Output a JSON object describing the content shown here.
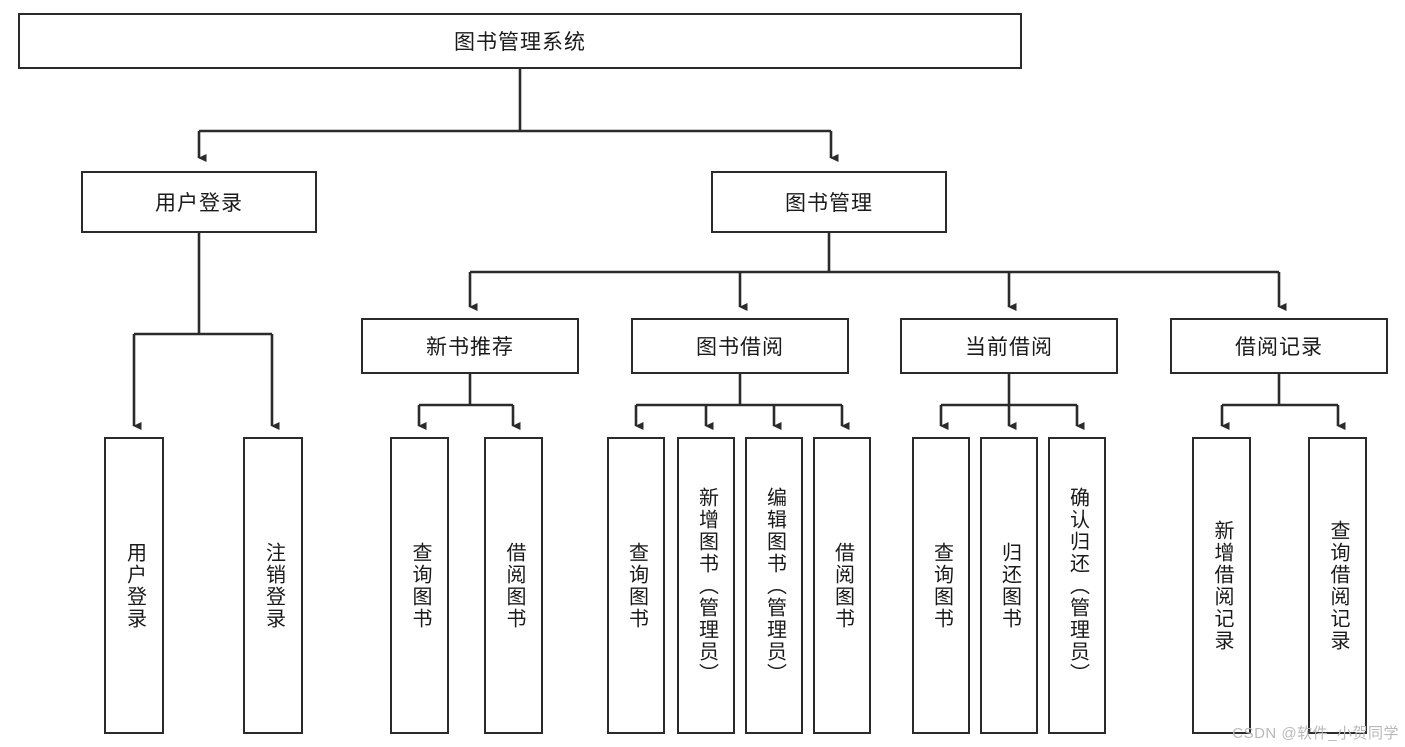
{
  "diagram": {
    "type": "tree-hierarchy",
    "title": "图书管理系统",
    "levels": 4,
    "nodes": {
      "root": {
        "label": "图书管理系统",
        "orientation": "horizontal"
      },
      "l2": [
        {
          "id": "user-login",
          "label": "用户登录",
          "orientation": "horizontal"
        },
        {
          "id": "book-manage",
          "label": "图书管理",
          "orientation": "horizontal"
        }
      ],
      "l3": [
        {
          "id": "new-book-recommend",
          "label": "新书推荐",
          "orientation": "horizontal"
        },
        {
          "id": "book-borrow",
          "label": "图书借阅",
          "orientation": "horizontal"
        },
        {
          "id": "current-borrow",
          "label": "当前借阅",
          "orientation": "horizontal"
        },
        {
          "id": "borrow-record",
          "label": "借阅记录",
          "orientation": "horizontal"
        }
      ],
      "leaves": [
        {
          "id": "leaf-user-login",
          "label": "用户登录",
          "parent": "user-login",
          "orientation": "vertical"
        },
        {
          "id": "leaf-logout-login",
          "label": "注销登录",
          "parent": "user-login",
          "orientation": "vertical"
        },
        {
          "id": "leaf-query-book-1",
          "label": "查询图书",
          "parent": "new-book-recommend",
          "orientation": "vertical"
        },
        {
          "id": "leaf-borrow-book-1",
          "label": "借阅图书",
          "parent": "new-book-recommend",
          "orientation": "vertical"
        },
        {
          "id": "leaf-query-book-2",
          "label": "查询图书",
          "parent": "book-borrow",
          "orientation": "vertical"
        },
        {
          "id": "leaf-add-book-admin",
          "label": "新增图书（管理员）",
          "parent": "book-borrow",
          "orientation": "vertical"
        },
        {
          "id": "leaf-edit-book-admin",
          "label": "编辑图书（管理员）",
          "parent": "book-borrow",
          "orientation": "vertical"
        },
        {
          "id": "leaf-borrow-book-2",
          "label": "借阅图书",
          "parent": "book-borrow",
          "orientation": "vertical"
        },
        {
          "id": "leaf-query-book-3",
          "label": "查询图书",
          "parent": "current-borrow",
          "orientation": "vertical"
        },
        {
          "id": "leaf-return-book",
          "label": "归还图书",
          "parent": "current-borrow",
          "orientation": "vertical"
        },
        {
          "id": "leaf-confirm-return-admin",
          "label": "确认归还（管理员）",
          "parent": "current-borrow",
          "orientation": "vertical"
        },
        {
          "id": "leaf-add-borrow-record",
          "label": "新增借阅记录",
          "parent": "borrow-record",
          "orientation": "vertical"
        },
        {
          "id": "leaf-query-borrow-record",
          "label": "查询借阅记录",
          "parent": "borrow-record",
          "orientation": "vertical"
        }
      ]
    },
    "colors": {
      "stroke": "#2b2b2b",
      "fill": "#ffffff",
      "text": "#1a1a1a",
      "watermark": "#b9b9b9"
    }
  },
  "watermark": {
    "text": "CSDN @软件_小贺同学"
  }
}
